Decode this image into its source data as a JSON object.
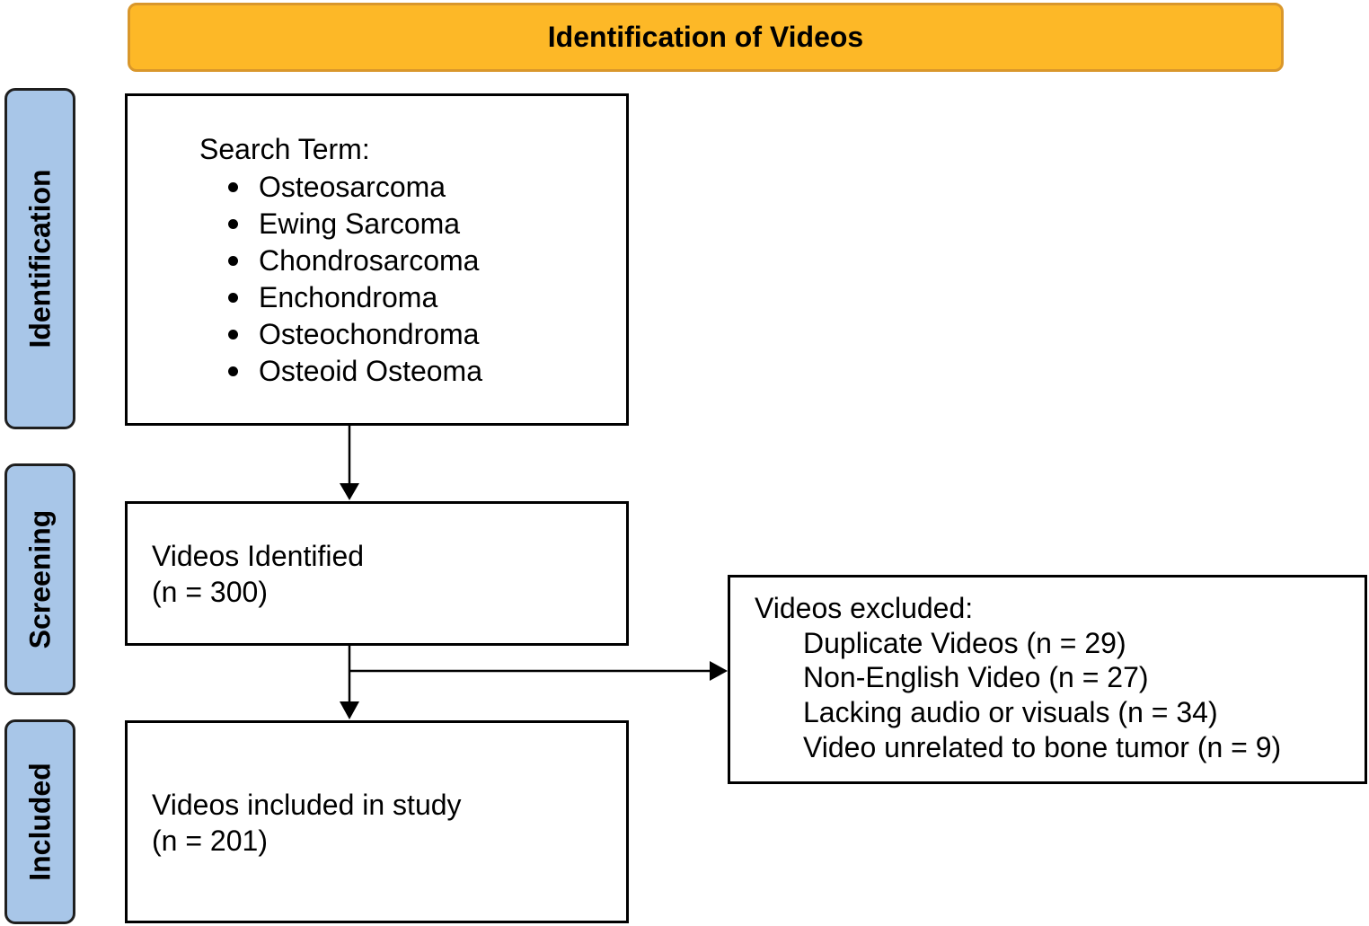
{
  "header": {
    "title": "Identification of Videos"
  },
  "phases": {
    "identification": "Identification",
    "screening": "Screening",
    "included": "Included"
  },
  "search_box": {
    "heading": "Search Term:",
    "terms": [
      "Osteosarcoma",
      "Ewing Sarcoma",
      "Chondrosarcoma",
      "Enchondroma",
      "Osteochondroma",
      "Osteoid Osteoma"
    ]
  },
  "identified_box": {
    "line1": "Videos Identified",
    "line2": "(n = 300)"
  },
  "excluded_box": {
    "heading": "Videos excluded:",
    "reasons": [
      "Duplicate Videos (n = 29)",
      "Non-English Video (n = 27)",
      "Lacking audio or visuals (n = 34)",
      "Video unrelated to bone tumor (n = 9)"
    ]
  },
  "included_box": {
    "line1": "Videos included in study",
    "line2": "(n = 201)"
  },
  "colors": {
    "banner_fill": "#FDB827",
    "banner_border": "#D9972B",
    "phase_fill": "#A8C6E8",
    "line": "#000000"
  }
}
